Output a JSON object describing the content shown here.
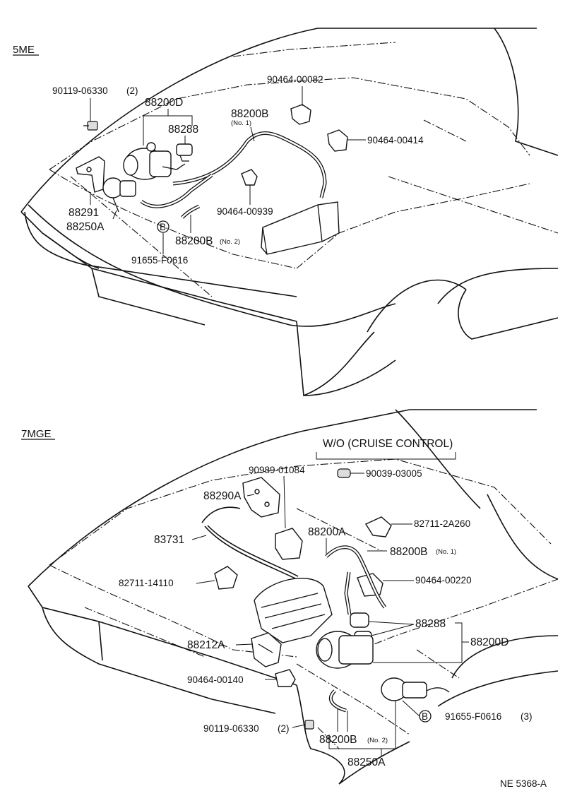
{
  "figure_code": "NE 5368-A",
  "sections": {
    "top": {
      "title": "5ME",
      "labels": {
        "bolt": "90119-06330",
        "bolt_qty": "(2)",
        "actuator_assy": "88200D",
        "clip_top": "90464-00082",
        "cable_no1": "88200B",
        "cable_no1_note": "(No. 1)",
        "vacuum_switch": "88288",
        "clip_right": "90464-00414",
        "bracket": "88291",
        "clip_mid": "90464-00939",
        "pump": "88250A",
        "marker": "B",
        "hose_no2": "88200B",
        "hose_no2_note": "(No. 2)",
        "pin": "91655-F0616"
      }
    },
    "bottom": {
      "title": "7MGE",
      "note": "W/O (CRUISE CONTROL)",
      "labels": {
        "grommet": "90989-01084",
        "plug": "90039-03005",
        "bracket_a": "88290A",
        "cable_assy": "88200A",
        "clamp_top": "82711-2A260",
        "control_cable": "83731",
        "cable_no1": "88200B",
        "cable_no1_note": "(No. 1)",
        "clamp_left": "82711-14110",
        "clip_right": "90464-00220",
        "vacuum_switch": "88288",
        "bracket_212": "88212A",
        "actuator_assy": "88200D",
        "clip_bottom": "90464-00140",
        "marker": "B",
        "pin": "91655-F0616",
        "pin_qty": "(3)",
        "bolt": "90119-06330",
        "bolt_qty": "(2)",
        "hose_no2": "88200B",
        "hose_no2_note": "(No. 2)",
        "pump": "88250A"
      }
    }
  }
}
